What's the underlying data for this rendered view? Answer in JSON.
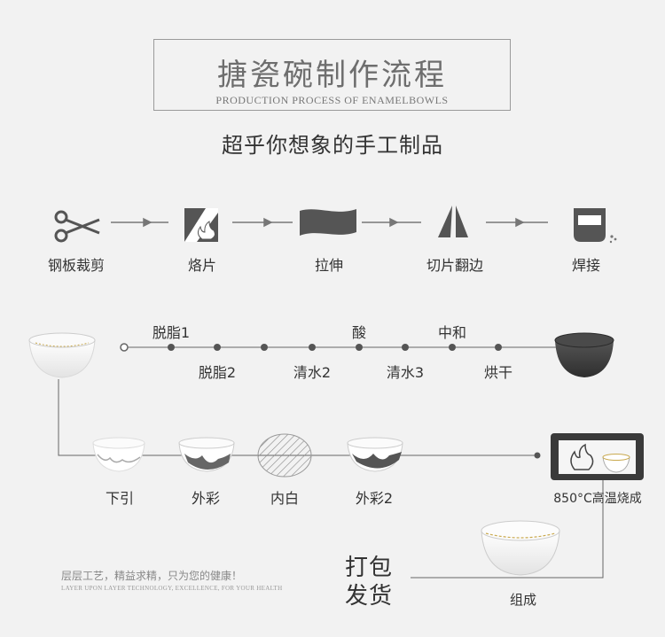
{
  "header": {
    "title": "搪瓷碗制作流程",
    "subtitle_en": "PRODUCTION PROCESS OF ENAMELBOWLS",
    "tagline": "超乎你想象的手工制品"
  },
  "steps_top": [
    {
      "label": "钢板裁剪",
      "icon": "scissors-icon"
    },
    {
      "label": "烙片",
      "icon": "fire-plate-icon"
    },
    {
      "label": "拉伸",
      "icon": "stretch-sheet-icon"
    },
    {
      "label": "切片翻边",
      "icon": "cut-flange-icon"
    },
    {
      "label": "焊接",
      "icon": "weld-icon"
    }
  ],
  "process_line": {
    "upper": [
      "脱脂1",
      "酸",
      "中和"
    ],
    "lower": [
      "脱脂2",
      "清水2",
      "清水3",
      "烘干"
    ]
  },
  "coating": {
    "steps": [
      "下引",
      "外彩",
      "内白",
      "外彩2"
    ],
    "kiln_label": "850°C高温烧成"
  },
  "bottom": {
    "slogan_cn": "层层工艺，精益求精，只为您的健康！",
    "slogan_en": "LAYER UPON LAYER TECHNOLOGY, EXCELLENCE, FOR YOUR HEALTH",
    "pack_line1": "打包",
    "pack_line2": "发货",
    "assemble_label": "组成"
  },
  "colors": {
    "line": "#666666",
    "dot": "#555555",
    "bowl_dark": "#3c3c3c"
  }
}
